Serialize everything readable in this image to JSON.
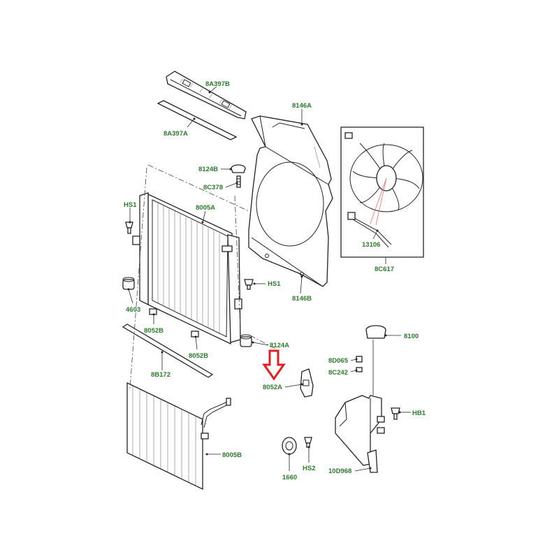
{
  "colors": {
    "label": "#2d7a2d",
    "highlight_arrow": "#e02020",
    "line": "#222222"
  },
  "labels": {
    "p8A397B": "8A397B",
    "p8A397A": "8A397A",
    "p8146A": "8146A",
    "p8124B": "8124B",
    "p8C378": "8C378",
    "pHS1_left": "HS1",
    "p8005A": "8005A",
    "pHS1_right": "HS1",
    "p4603": "4603",
    "p8052B_left": "8052B",
    "p8052B_right": "8052B",
    "p8146B": "8146B",
    "p8124A": "8124A",
    "p8B172": "8B172",
    "p13106": "13106",
    "p8C617": "8C617",
    "p8100": "8100",
    "p8D065": "8D065",
    "p8C242": "8C242",
    "p8052A": "8052A",
    "pHB1": "HB1",
    "p8005B": "8005B",
    "p1660": "1660",
    "pHS2": "HS2",
    "p10D968": "10D968"
  },
  "highlight": {
    "arrow_icon": "down-arrow-icon",
    "target_part": "8052A"
  }
}
